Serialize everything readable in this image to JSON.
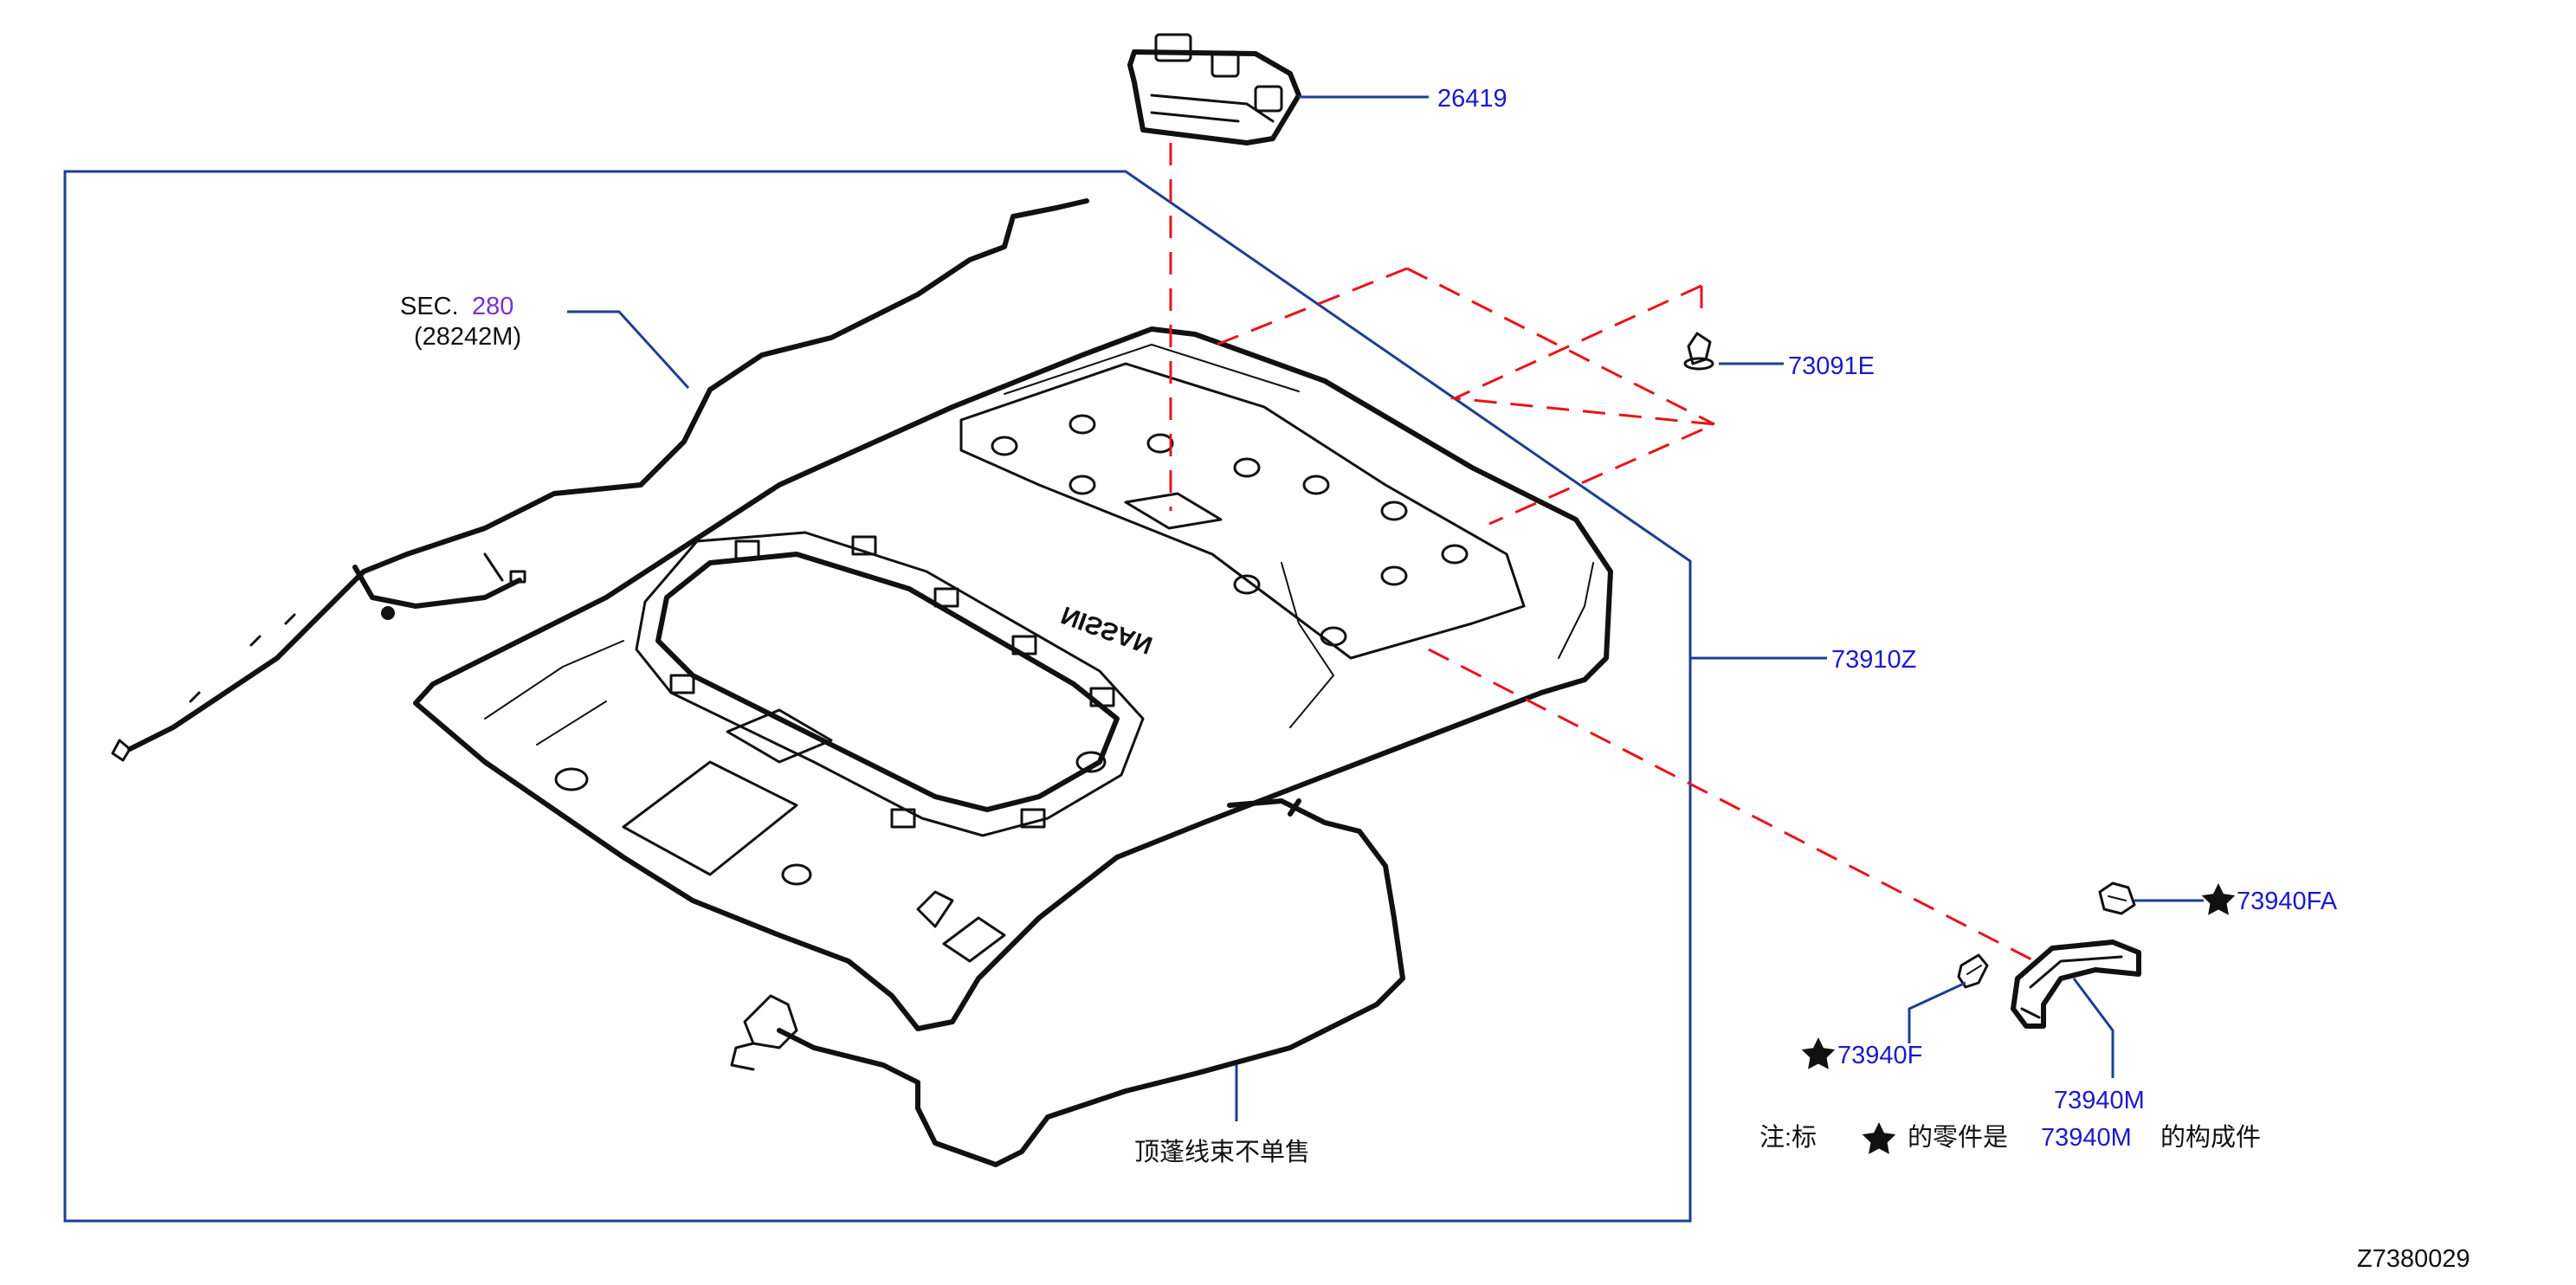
{
  "diagram_id": "Z7380029",
  "section_ref": {
    "prefix": "SEC.",
    "number": "280",
    "sub": "(28242M)",
    "number_color": "#7b2fd0"
  },
  "parts": [
    {
      "id": "26419",
      "label": "26419"
    },
    {
      "id": "73091E",
      "label": "73091E"
    },
    {
      "id": "73910Z",
      "label": "73910Z"
    },
    {
      "id": "73940FA",
      "label": "73940FA"
    },
    {
      "id": "73940F",
      "label": "73940F"
    },
    {
      "id": "73940M",
      "label": "73940M"
    }
  ],
  "harness_note": "顶蓬线束不单售",
  "footnote": {
    "prefix": "注:标",
    "middle": "的零件是",
    "part": "73940M",
    "suffix": "的构成件"
  },
  "roof_embossing": "NISSAN",
  "colors": {
    "part_number": "#1a1acc",
    "leader": "#1c3f8f",
    "dashed_guide": "#e8141c",
    "outline": "#111111"
  },
  "icons": {
    "star": "star-icon"
  }
}
